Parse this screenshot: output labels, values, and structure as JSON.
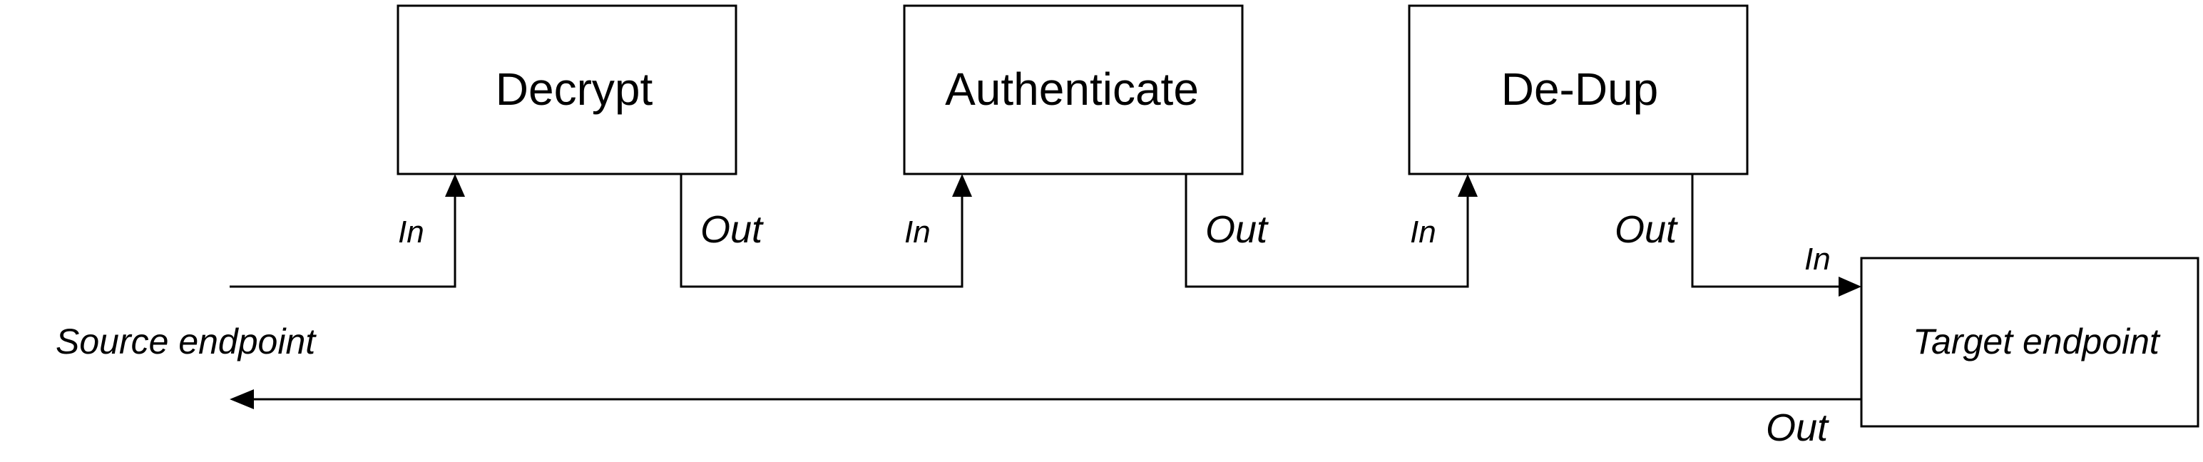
{
  "stages": [
    {
      "label": "Decrypt",
      "in_label": "In",
      "out_label": "Out"
    },
    {
      "label": "Authenticate",
      "in_label": "In",
      "out_label": "Out"
    },
    {
      "label": "De-Dup",
      "in_label": "In",
      "out_label": "Out"
    }
  ],
  "source": {
    "label": "Source endpoint"
  },
  "target": {
    "label": "Target endpoint",
    "in_label": "In",
    "out_label": "Out"
  }
}
